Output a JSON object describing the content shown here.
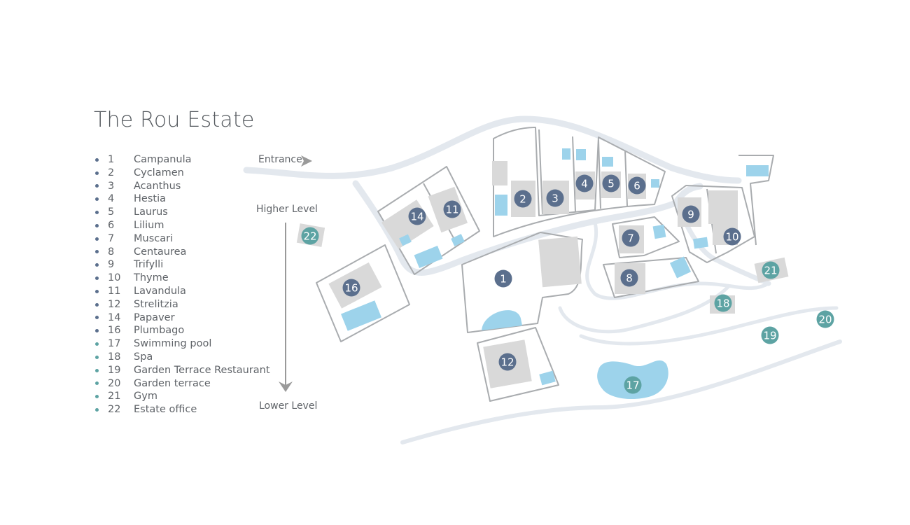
{
  "title": "The Rou Estate",
  "colors": {
    "villa_marker": "#5b6f8d",
    "amenity_marker": "#5da3a3",
    "road": "#e3e8ee",
    "building": "#d9d9d9",
    "pool": "#9dd3eb",
    "plot_outline": "#a9acaf"
  },
  "legend": [
    {
      "num": "1",
      "name": "Campanula",
      "type": "villa"
    },
    {
      "num": "2",
      "name": "Cyclamen",
      "type": "villa"
    },
    {
      "num": "3",
      "name": "Acanthus",
      "type": "villa"
    },
    {
      "num": "4",
      "name": "Hestia",
      "type": "villa"
    },
    {
      "num": "5",
      "name": "Laurus",
      "type": "villa"
    },
    {
      "num": "6",
      "name": "Lilium",
      "type": "villa"
    },
    {
      "num": "7",
      "name": "Muscari",
      "type": "villa"
    },
    {
      "num": "8",
      "name": "Centaurea",
      "type": "villa"
    },
    {
      "num": "9",
      "name": "Trifylli",
      "type": "villa"
    },
    {
      "num": "10",
      "name": "Thyme",
      "type": "villa"
    },
    {
      "num": "11",
      "name": "Lavandula",
      "type": "villa"
    },
    {
      "num": "12",
      "name": "Strelitzia",
      "type": "villa"
    },
    {
      "num": "14",
      "name": "Papaver",
      "type": "villa"
    },
    {
      "num": "16",
      "name": "Plumbago",
      "type": "villa"
    },
    {
      "num": "17",
      "name": "Swimming pool",
      "type": "amenity"
    },
    {
      "num": "18",
      "name": "Spa",
      "type": "amenity"
    },
    {
      "num": "19",
      "name": "Garden Terrace Restaurant",
      "type": "amenity"
    },
    {
      "num": "20",
      "name": "Garden terrace",
      "type": "amenity"
    },
    {
      "num": "21",
      "name": "Gym",
      "type": "amenity"
    },
    {
      "num": "22",
      "name": "Estate office",
      "type": "amenity"
    }
  ],
  "labels": {
    "entrance": "Entrance",
    "higher_level": "Higher Level",
    "lower_level": "Lower Level"
  },
  "markers": [
    {
      "num": "1",
      "type": "villa"
    },
    {
      "num": "2",
      "type": "villa"
    },
    {
      "num": "3",
      "type": "villa"
    },
    {
      "num": "4",
      "type": "villa"
    },
    {
      "num": "5",
      "type": "villa"
    },
    {
      "num": "6",
      "type": "villa"
    },
    {
      "num": "7",
      "type": "villa"
    },
    {
      "num": "8",
      "type": "villa"
    },
    {
      "num": "9",
      "type": "villa"
    },
    {
      "num": "10",
      "type": "villa"
    },
    {
      "num": "11",
      "type": "villa"
    },
    {
      "num": "12",
      "type": "villa"
    },
    {
      "num": "14",
      "type": "villa"
    },
    {
      "num": "16",
      "type": "villa"
    },
    {
      "num": "17",
      "type": "amenity"
    },
    {
      "num": "18",
      "type": "amenity"
    },
    {
      "num": "19",
      "type": "amenity"
    },
    {
      "num": "20",
      "type": "amenity"
    },
    {
      "num": "21",
      "type": "amenity"
    },
    {
      "num": "22",
      "type": "amenity"
    }
  ]
}
